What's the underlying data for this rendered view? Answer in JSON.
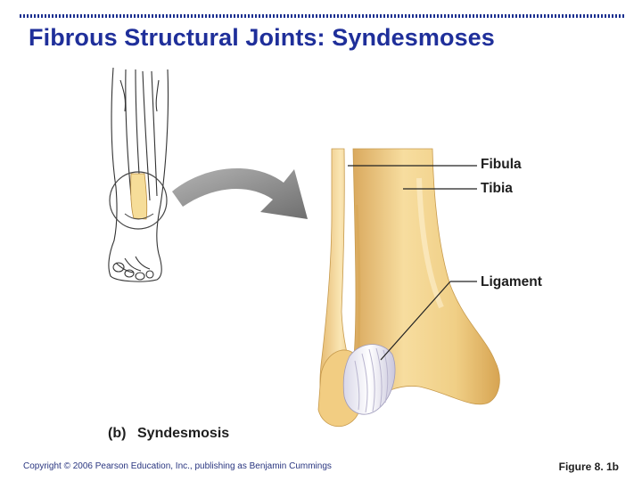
{
  "slide": {
    "title": "Fibrous Structural Joints: Syndesmoses",
    "copyright": "Copyright © 2006 Pearson Education, Inc., publishing as Benjamin Cummings",
    "figure_number": "Figure 8. 1b"
  },
  "figure": {
    "caption_letter": "(b)",
    "caption_text": "Syndesmosis",
    "labels": {
      "fibula": "Fibula",
      "tibia": "Tibia",
      "ligament": "Ligament"
    }
  },
  "colors": {
    "title": "#1f2f9a",
    "bone": "#f3d38c",
    "bone_shadow": "#d7a659",
    "ligament": "#e8e6f2",
    "arrow": "#8a8a8a"
  }
}
